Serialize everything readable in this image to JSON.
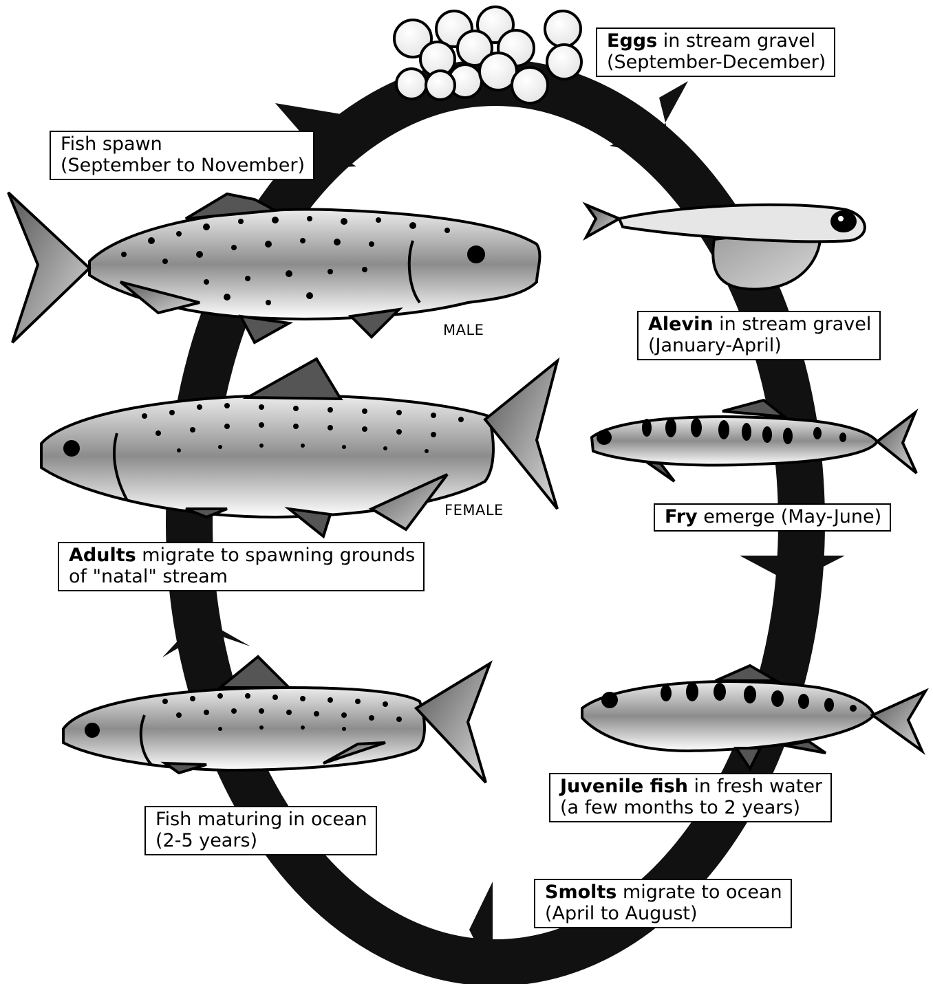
{
  "stages": {
    "eggs": {
      "bold": "Eggs",
      "rest": " in stream gravel",
      "line2": "(September-December)"
    },
    "alevin": {
      "bold": "Alevin",
      "rest": " in stream gravel",
      "line2": "(January-April)"
    },
    "fry": {
      "bold": "Fry",
      "rest": " emerge (May-June)"
    },
    "juvenile": {
      "bold": "Juvenile fish",
      "rest": " in fresh water",
      "line2": "(a few months to 2 years)"
    },
    "smolts": {
      "bold": "Smolts",
      "rest": " migrate to ocean",
      "line2": "(April to August)"
    },
    "maturing": {
      "line1": "Fish maturing in ocean",
      "line2": "(2-5 years)"
    },
    "adults": {
      "bold": "Adults",
      "rest": " migrate to spawning grounds",
      "line2": "of \"natal\" stream"
    },
    "spawn": {
      "line1": "Fish spawn",
      "line2": "(September to November)"
    }
  },
  "fish_tags": {
    "male": "MALE",
    "female": "FEMALE"
  },
  "colors": {
    "cycle": "#111111",
    "fish_light": "#ffffff",
    "fish_dark": "#6e6e6e"
  }
}
